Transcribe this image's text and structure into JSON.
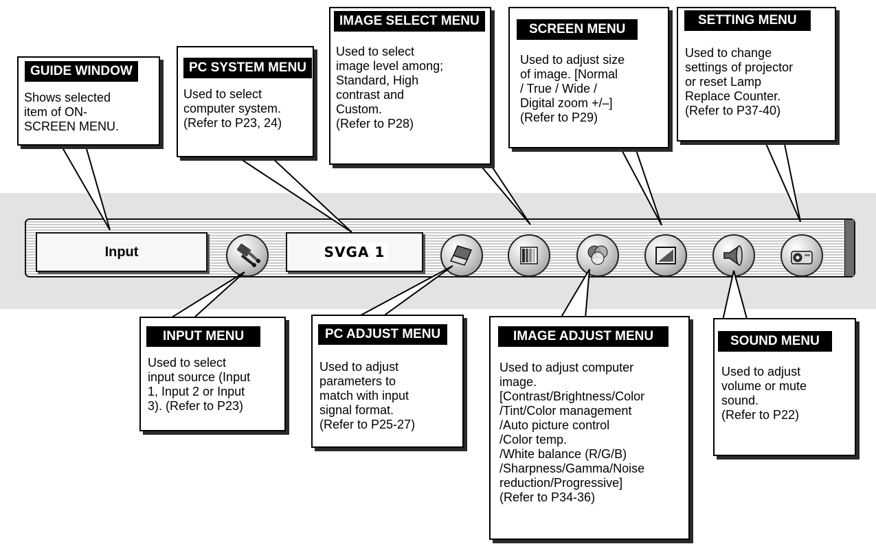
{
  "menubar": {
    "input_field": "Input",
    "system_field": "SVGA 1",
    "icons": [
      "input-plug-icon",
      "laptop-icon",
      "image-bars-icon",
      "color-circles-icon",
      "screen-frame-icon",
      "speaker-icon",
      "projector-icon"
    ]
  },
  "callouts": {
    "guide_window": {
      "title": "GUIDE WINDOW",
      "text": "Shows selected\nitem of ON-\nSCREEN MENU."
    },
    "pc_system": {
      "title": "PC SYSTEM MENU",
      "text": "Used to select\ncomputer system.\n(Refer to P23, 24)"
    },
    "image_select": {
      "title": "IMAGE SELECT MENU",
      "text": "Used to select\nimage level among;\nStandard, High\ncontrast and\nCustom.\n(Refer to P28)"
    },
    "screen": {
      "title": "SCREEN MENU",
      "text": "Used to adjust size\nof image.  [Normal\n/ True / Wide /\nDigital zoom +/–]\n(Refer to P29)"
    },
    "setting": {
      "title": "SETTING MENU",
      "text": "Used to change\nsettings of projector\nor reset Lamp\nReplace Counter.\n(Refer to P37-40)"
    },
    "input": {
      "title": "INPUT MENU",
      "text": "Used to select\ninput source (Input\n1, Input 2 or Input\n3). (Refer to P23)"
    },
    "pc_adjust": {
      "title": "PC ADJUST MENU",
      "text": "Used to adjust\nparameters to\nmatch with input\nsignal format.\n(Refer to P25-27)"
    },
    "image_adjust": {
      "title": "IMAGE ADJUST MENU",
      "text": "Used to adjust computer\nimage.\n[Contrast/Brightness/Color\n/Tint/Color management\n/Auto picture control\n/Color temp.\n/White balance (R/G/B)\n/Sharpness/Gamma/Noise\nreduction/Progressive]\n(Refer to P34-36)"
    },
    "sound": {
      "title": "SOUND MENU",
      "text": "Used to adjust\nvolume or mute\nsound.\n(Refer to P22)"
    }
  }
}
